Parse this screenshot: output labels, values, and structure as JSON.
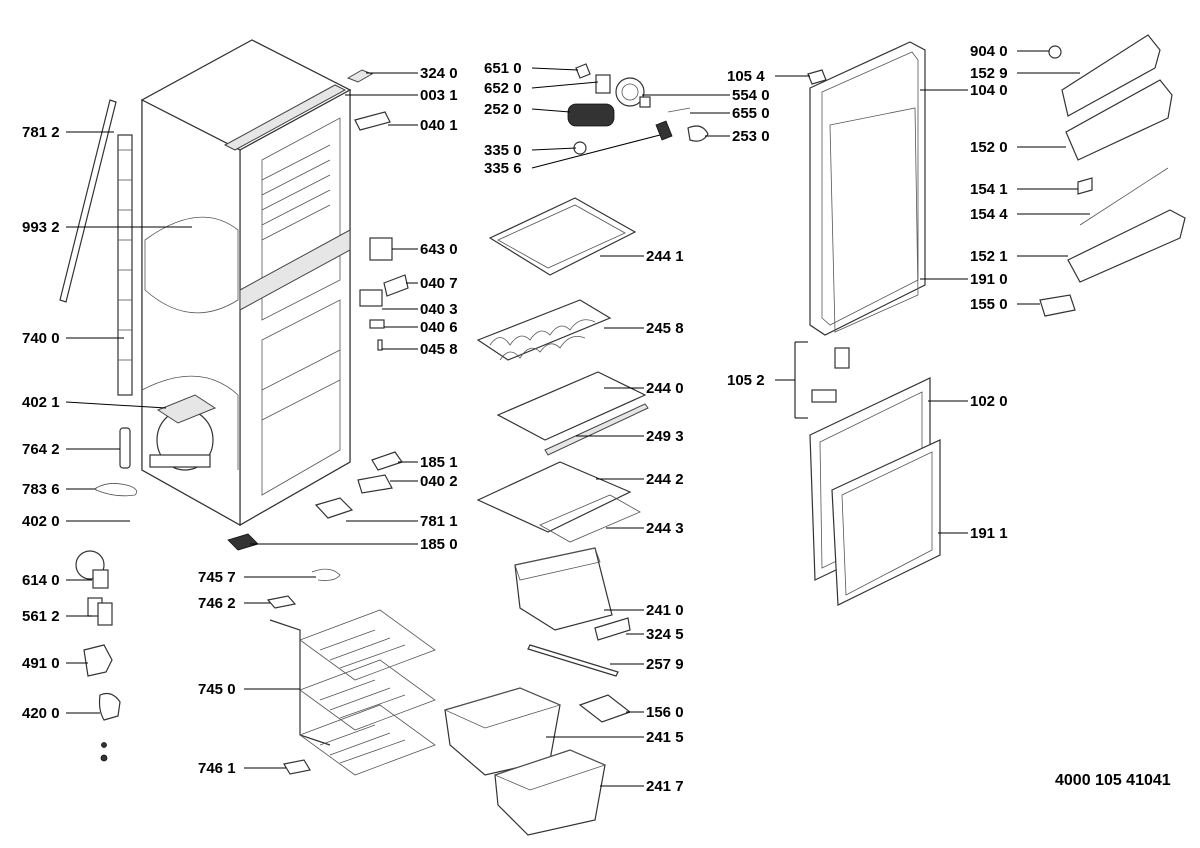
{
  "labels": {
    "l_781_2": "781 2",
    "l_993_2": "993 2",
    "l_740_0": "740 0",
    "l_402_1": "402 1",
    "l_764_2": "764 2",
    "l_783_6": "783 6",
    "l_402_0": "402 0",
    "l_614_0": "614 0",
    "l_561_2": "561 2",
    "l_491_0": "491 0",
    "l_420_0": "420 0",
    "l_324_0": "324 0",
    "l_003_1": "003 1",
    "l_040_1": "040 1",
    "l_643_0": "643 0",
    "l_040_7": "040 7",
    "l_040_3": "040 3",
    "l_040_6": "040 6",
    "l_045_8": "045 8",
    "l_185_1": "185 1",
    "l_040_2": "040 2",
    "l_781_1": "781 1",
    "l_185_0": "185 0",
    "l_745_7": "745 7",
    "l_746_2": "746 2",
    "l_745_0": "745 0",
    "l_746_1": "746 1",
    "l_651_0": "651 0",
    "l_652_0": "652 0",
    "l_252_0": "252 0",
    "l_335_0": "335 0",
    "l_335_6": "335 6",
    "l_554_0": "554 0",
    "l_655_0": "655 0",
    "l_253_0": "253 0",
    "l_244_1": "244 1",
    "l_245_8": "245 8",
    "l_244_0": "244 0",
    "l_249_3": "249 3",
    "l_244_2": "244 2",
    "l_244_3": "244 3",
    "l_241_0": "241 0",
    "l_324_5": "324 5",
    "l_257_9": "257 9",
    "l_156_0": "156 0",
    "l_241_5": "241 5",
    "l_241_7": "241 7",
    "l_105_4": "105 4",
    "l_104_0": "104 0",
    "l_191_0": "191 0",
    "l_105_2": "105 2",
    "l_102_0": "102 0",
    "l_191_1": "191 1",
    "l_904_0": "904 0",
    "l_152_9": "152 9",
    "l_152_0": "152 0",
    "l_154_1": "154 1",
    "l_154_4": "154 4",
    "l_152_1": "152 1",
    "l_155_0": "155 0"
  },
  "document_number": "4000 105 41041"
}
